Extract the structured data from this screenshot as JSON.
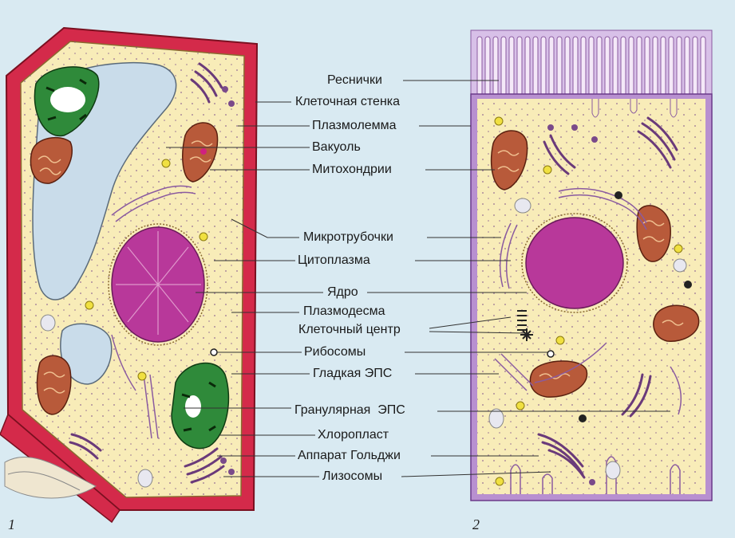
{
  "labels": [
    {
      "id": "cilia",
      "text": "Реснички"
    },
    {
      "id": "cell-wall",
      "text": "Клеточная стенка"
    },
    {
      "id": "plasmalemma",
      "text": "Плазмолемма"
    },
    {
      "id": "vacuole",
      "text": "Вакуоль"
    },
    {
      "id": "mitochondria",
      "text": "Митохондрии"
    },
    {
      "id": "microtubules",
      "text": "Микротрубочки"
    },
    {
      "id": "cytoplasm",
      "text": "Цитоплазма"
    },
    {
      "id": "nucleus",
      "text": "Ядро"
    },
    {
      "id": "plasmodesma",
      "text": "Плазмодесма"
    },
    {
      "id": "cell-center",
      "text": "Клеточный центр"
    },
    {
      "id": "ribosomes",
      "text": "Рибосомы"
    },
    {
      "id": "smooth-er",
      "text": "Гладкая ЭПС"
    },
    {
      "id": "granular-er",
      "text": "Гранулярная  ЭПС"
    },
    {
      "id": "chloroplast",
      "text": "Хлоропласт"
    },
    {
      "id": "golgi",
      "text": "Аппарат Гольджи"
    },
    {
      "id": "lysosomes",
      "text": "Лизосомы"
    }
  ],
  "figure_numbers": {
    "plant": "1",
    "animal": "2"
  },
  "colors": {
    "background": "#d9eaf2",
    "cell_wall": "#d42a4a",
    "cytoplasm": "#f8ecb8",
    "vacuole": "#c9dcea",
    "nucleus": "#b8389a",
    "mitochondria": "#b85a3a",
    "chloroplast": "#2f8a3a",
    "animal_membrane": "#b890d0",
    "golgi": "#6a3a7a"
  }
}
